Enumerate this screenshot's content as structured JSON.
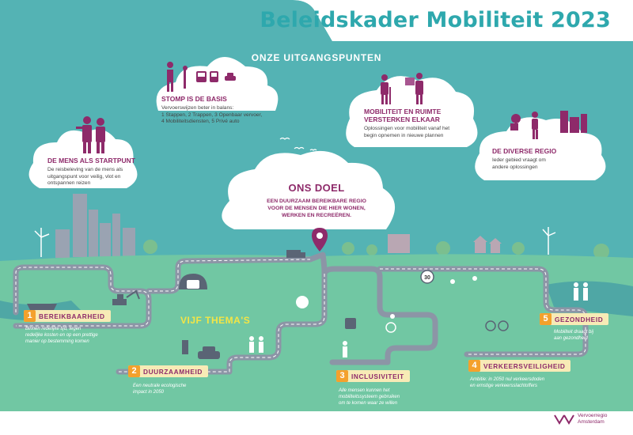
{
  "title": "Beleidskader Mobiliteit 2023",
  "section_heading": "ONZE UITGANGSPUNTEN",
  "principles": {
    "mens": {
      "title": "DE MENS ALS STARTPUNT",
      "body": "De reisbeleving van de mens als\nuitgangspunt voor veilig, vlot en\nontspannen reizen"
    },
    "stomp": {
      "title": "STOMP IS DE BASIS",
      "body": "Vervoerswijzen beter in balans:\n1 Stappen, 2 Trappen, 3 Openbaar vervoer,\n4 Mobiliteitsdiensten, 5 Privé auto"
    },
    "ruimte": {
      "title": "MOBILITEIT EN RUIMTE\nVERSTERKEN ELKAAR",
      "body": "Oplossingen voor mobiliteit vanaf het\nbegin opnemen in nieuwe plannen"
    },
    "regio": {
      "title": "DE DIVERSE REGIO",
      "body": "Ieder gebied vraagt om\nandere oplossingen"
    }
  },
  "doel": {
    "title": "ONS DOEL",
    "body": "EEN DUURZAAM BEREIKBARE REGIO\nVOOR DE MENSEN DIE HIER WONEN,\nWERKEN EN RECREËREN."
  },
  "themes_heading": "VIJF THEMA'S",
  "speed_sign": "30",
  "themes": [
    {
      "num": "1",
      "name": "BEREIKBAARHEID",
      "desc": "Binnen redelijke tijd, tegen\nredelijke kosten en op een prettige\nmanier op bestemming komen"
    },
    {
      "num": "2",
      "name": "DUURZAAMHEID",
      "desc": "Een neutrale ecologische\nimpact in 2050"
    },
    {
      "num": "3",
      "name": "INCLUSIVITEIT",
      "desc": "Alle mensen kunnen het\nmobiliteitssysteem gebruiken\nom te komen waar ze willen"
    },
    {
      "num": "4",
      "name": "VERKEERSVEILIGHEID",
      "desc": "Ambitie: in 2050 nul verkeersdoden\nen ernstige verkeersslachtoffers"
    },
    {
      "num": "5",
      "name": "GEZONDHEID",
      "desc": "Mobiliteit draagt bij\naan gezondheid"
    }
  ],
  "logo": {
    "text": "Vervoerregio\nAmsterdam"
  },
  "colors": {
    "sky": "#54b3b4",
    "grass": "#71c7a3",
    "title": "#2ea8ad",
    "accent": "#8e2a6a",
    "theme_number": "#f4a12c",
    "theme_label_bg": "#f7ebb6",
    "themes_heading": "#f3e545"
  }
}
